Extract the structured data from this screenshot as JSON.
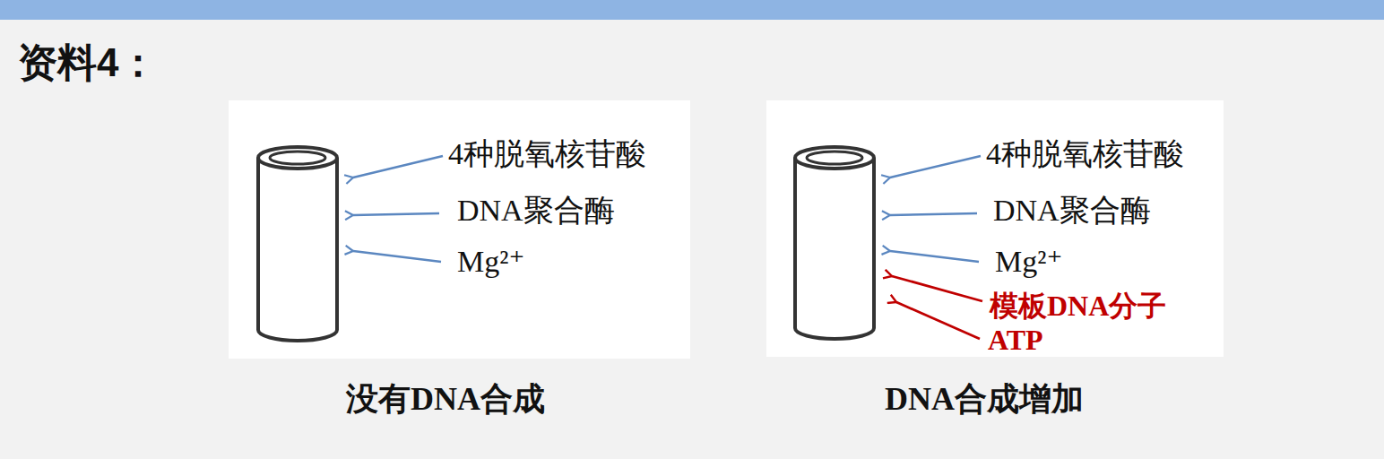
{
  "diagram": {
    "title": "资料4：",
    "labels": [
      "4种脱氧核苷酸",
      "DNA聚合酶",
      "Mg²⁺",
      "没有DNA合成",
      "4种脱氧核苷酸",
      "DNA聚合酶",
      "Mg²⁺",
      "模板DNA分子",
      "ATP",
      "DNA合成增加"
    ]
  }
}
